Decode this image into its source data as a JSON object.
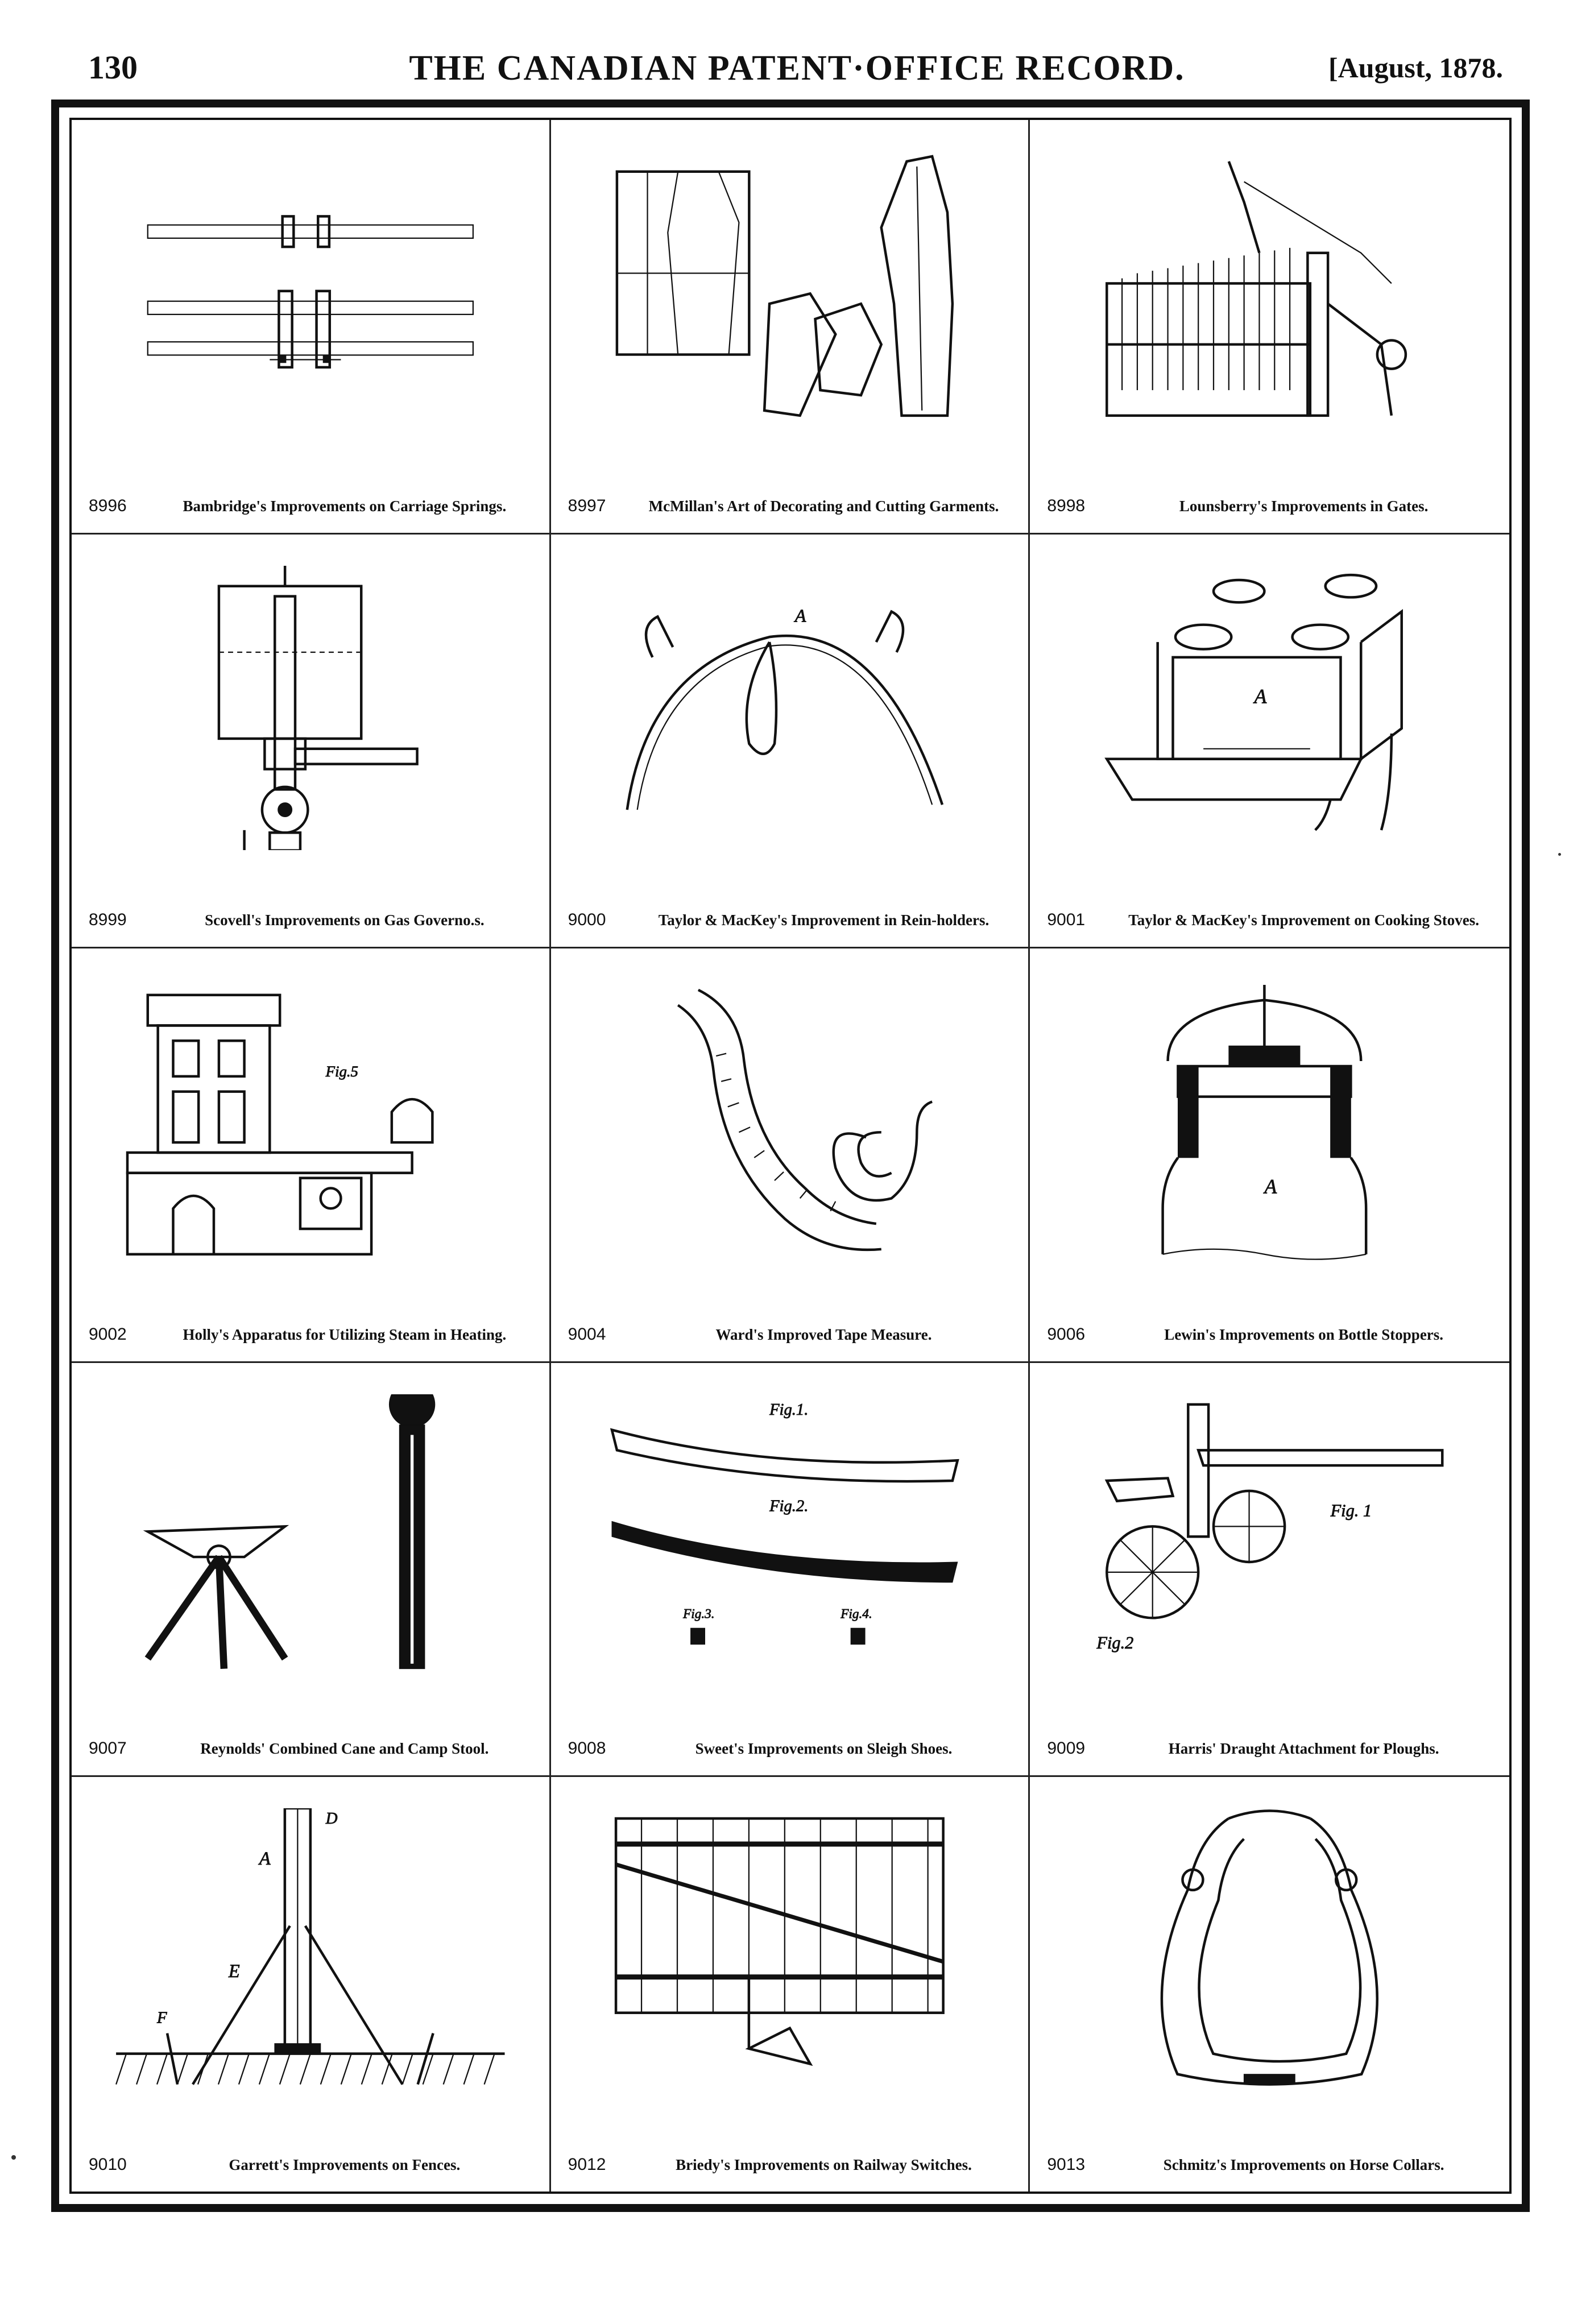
{
  "header": {
    "page_number": "130",
    "title": "THE CANADIAN PATENT·OFFICE RECORD.",
    "date": "[August, 1878."
  },
  "patents": [
    {
      "number": "8996",
      "caption": "Bambridge's Improvements on Carriage Springs.",
      "icon": "carriage-springs-drawing"
    },
    {
      "number": "8997",
      "caption": "McMillan's Art of Decorating and Cutting Garments.",
      "icon": "garment-pattern-drawing"
    },
    {
      "number": "8998",
      "caption": "Lounsberry's Improvements in Gates.",
      "icon": "gate-drawing"
    },
    {
      "number": "8999",
      "caption": "Scovell's Improvements on Gas Governo.s.",
      "icon": "gas-governor-drawing"
    },
    {
      "number": "9000",
      "caption": "Taylor & MacKey's Improvement in Rein-holders.",
      "icon": "rein-holder-drawing"
    },
    {
      "number": "9001",
      "caption": "Taylor & MacKey's Improvement on Cooking Stoves.",
      "icon": "cooking-stove-drawing"
    },
    {
      "number": "9002",
      "caption": "Holly's Apparatus for Utilizing Steam in Heating.",
      "icon": "steam-heating-building-drawing"
    },
    {
      "number": "9004",
      "caption": "Ward's Improved Tape Measure.",
      "icon": "tape-measure-drawing"
    },
    {
      "number": "9006",
      "caption": "Lewin's Improvements on Bottle Stoppers.",
      "icon": "bottle-stopper-drawing"
    },
    {
      "number": "9007",
      "caption": "Reynolds' Combined Cane and Camp Stool.",
      "icon": "cane-stool-drawing"
    },
    {
      "number": "9008",
      "caption": "Sweet's Improvements on Sleigh Shoes.",
      "icon": "sleigh-shoe-drawing"
    },
    {
      "number": "9009",
      "caption": "Harris' Draught Attachment for Ploughs.",
      "icon": "plough-drawing"
    },
    {
      "number": "9010",
      "caption": "Garrett's Improvements on Fences.",
      "icon": "fence-drawing"
    },
    {
      "number": "9012",
      "caption": "Briedy's Improvements on Railway Switches.",
      "icon": "railway-switch-drawing"
    },
    {
      "number": "9013",
      "caption": "Schmitz's Improvements on Horse Collars.",
      "icon": "horse-collar-drawing"
    }
  ],
  "figure_labels": {
    "fig5": "Fig.5",
    "fig1": "Fig.1.",
    "fig2": "Fig.2.",
    "fig3": "Fig.3.",
    "fig4": "Fig.4.",
    "plough_fig1": "Fig. 1",
    "plough_fig2": "Fig.2",
    "stove_a": "A",
    "stopper_a": "A",
    "rein_a": "A",
    "fence_a": "A",
    "fence_e": "E",
    "fence_f": "F",
    "fence_d": "D"
  }
}
